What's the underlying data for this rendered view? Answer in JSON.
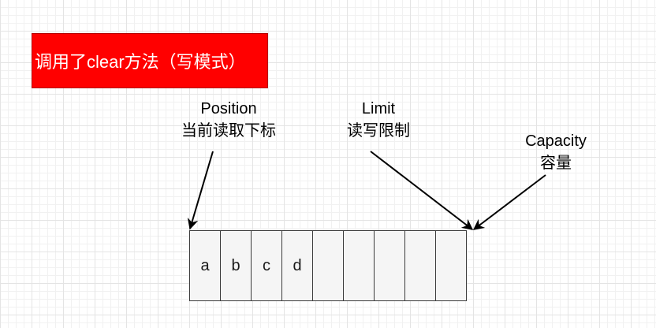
{
  "title": "调用了clear方法（写模式）",
  "labels": {
    "position": {
      "en": "Position",
      "zh": "当前读取下标"
    },
    "limit": {
      "en": "Limit",
      "zh": "读写限制"
    },
    "capacity": {
      "en": "Capacity",
      "zh": "容量"
    }
  },
  "buffer": {
    "cells": [
      "a",
      "b",
      "c",
      "d",
      "",
      "",
      "",
      "",
      ""
    ]
  },
  "colors": {
    "title_background": "#ff0000",
    "title_text": "#ffffff",
    "cell_fill": "#f5f5f5"
  }
}
